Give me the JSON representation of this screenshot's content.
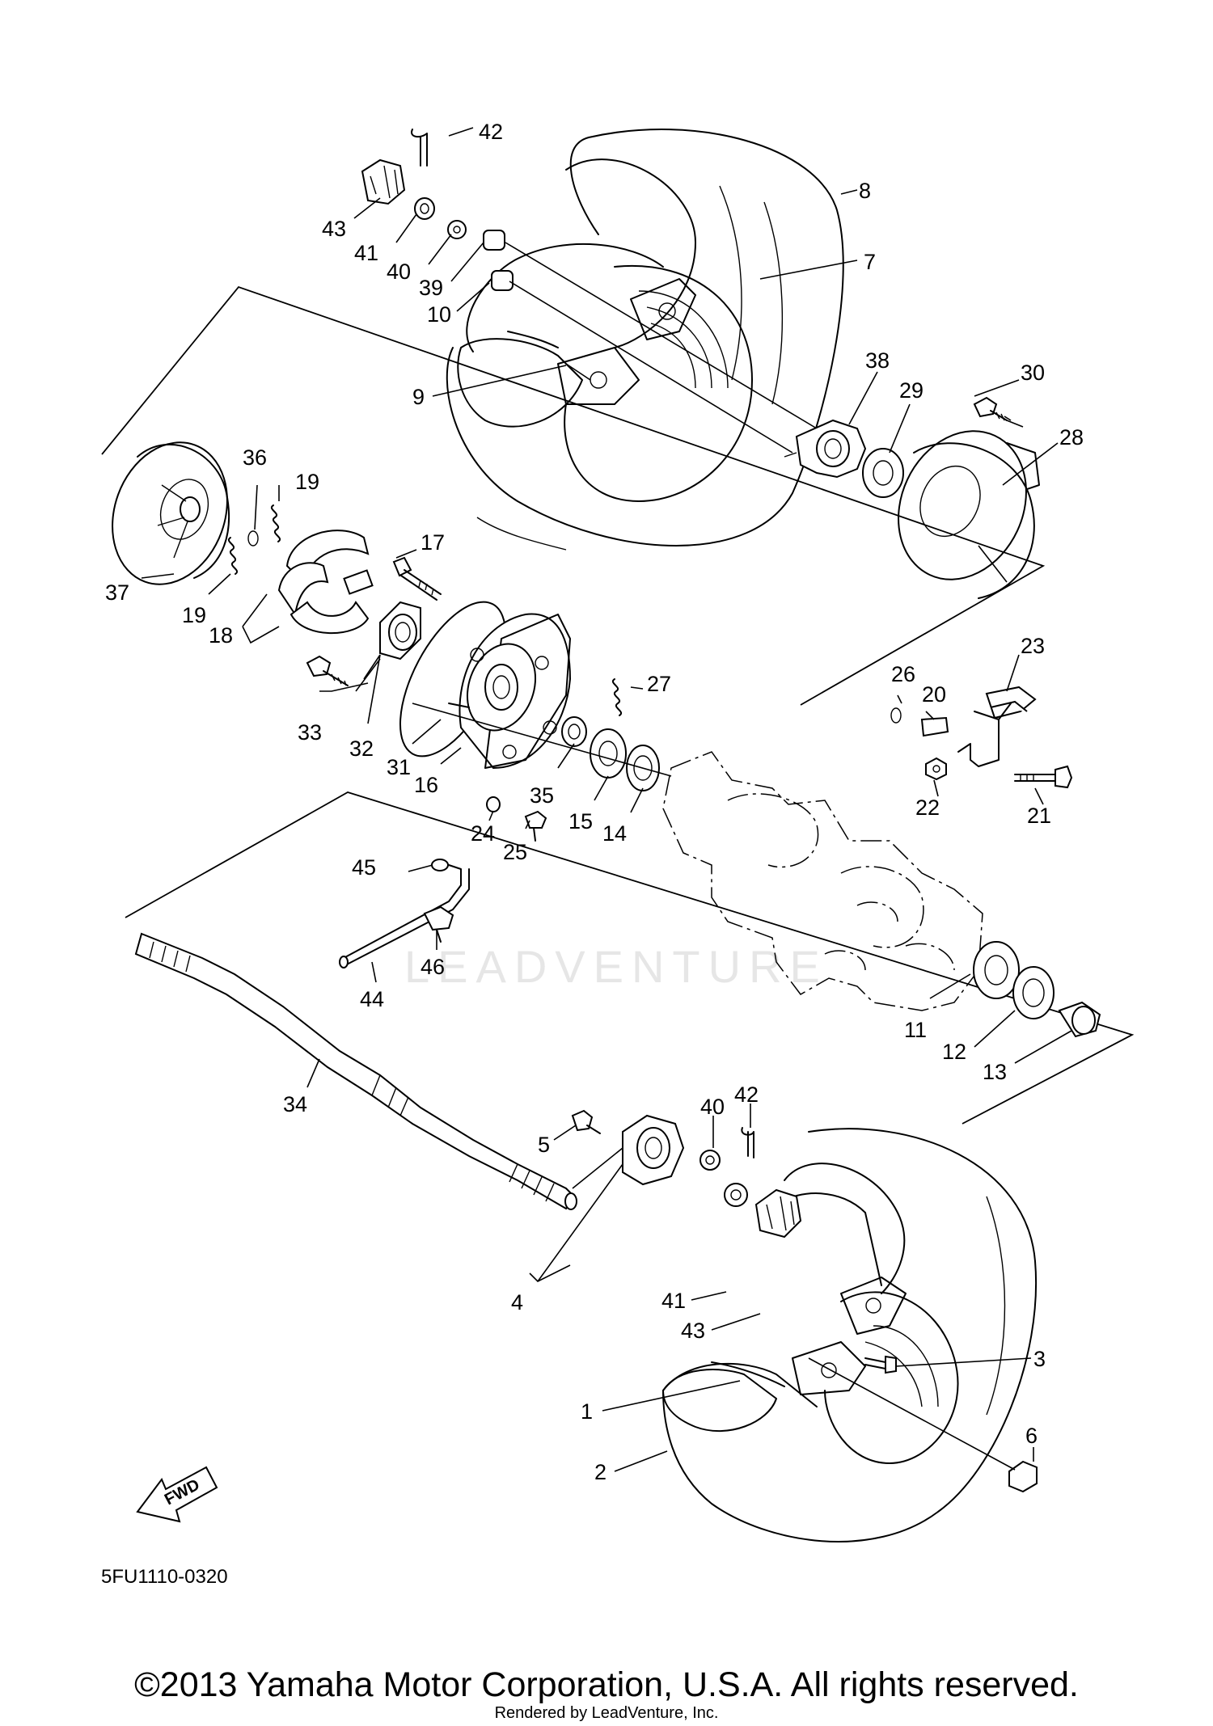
{
  "diagram_code": "5FU1110-0320",
  "fwd_label": "FWD",
  "watermark": "LEADVENTURE",
  "copyright": "©2013 Yamaha Motor Corporation, U.S.A. All rights reserved.",
  "render_credit": "Rendered by LeadVenture, Inc.",
  "callouts": {
    "p1": "1",
    "p2": "2",
    "p3": "3",
    "p4": "4",
    "p5": "5",
    "p6": "6",
    "p7": "7",
    "p8": "8",
    "p9": "9",
    "p10": "10",
    "p11": "11",
    "p12": "12",
    "p13": "13",
    "p14": "14",
    "p15": "15",
    "p16": "16",
    "p17": "17",
    "p18": "18",
    "p19a": "19",
    "p19b": "19",
    "p20": "20",
    "p21": "21",
    "p22": "22",
    "p23": "23",
    "p24": "24",
    "p25": "25",
    "p26": "26",
    "p27": "27",
    "p28": "28",
    "p29": "29",
    "p30": "30",
    "p31": "31",
    "p32": "32",
    "p33": "33",
    "p34": "34",
    "p35": "35",
    "p36": "36",
    "p37": "37",
    "p38": "38",
    "p39": "39",
    "p40a": "40",
    "p40b": "40",
    "p41a": "41",
    "p41b": "41",
    "p42a": "42",
    "p42b": "42",
    "p43a": "43",
    "p43b": "43",
    "p44": "44",
    "p45": "45",
    "p46": "46"
  }
}
